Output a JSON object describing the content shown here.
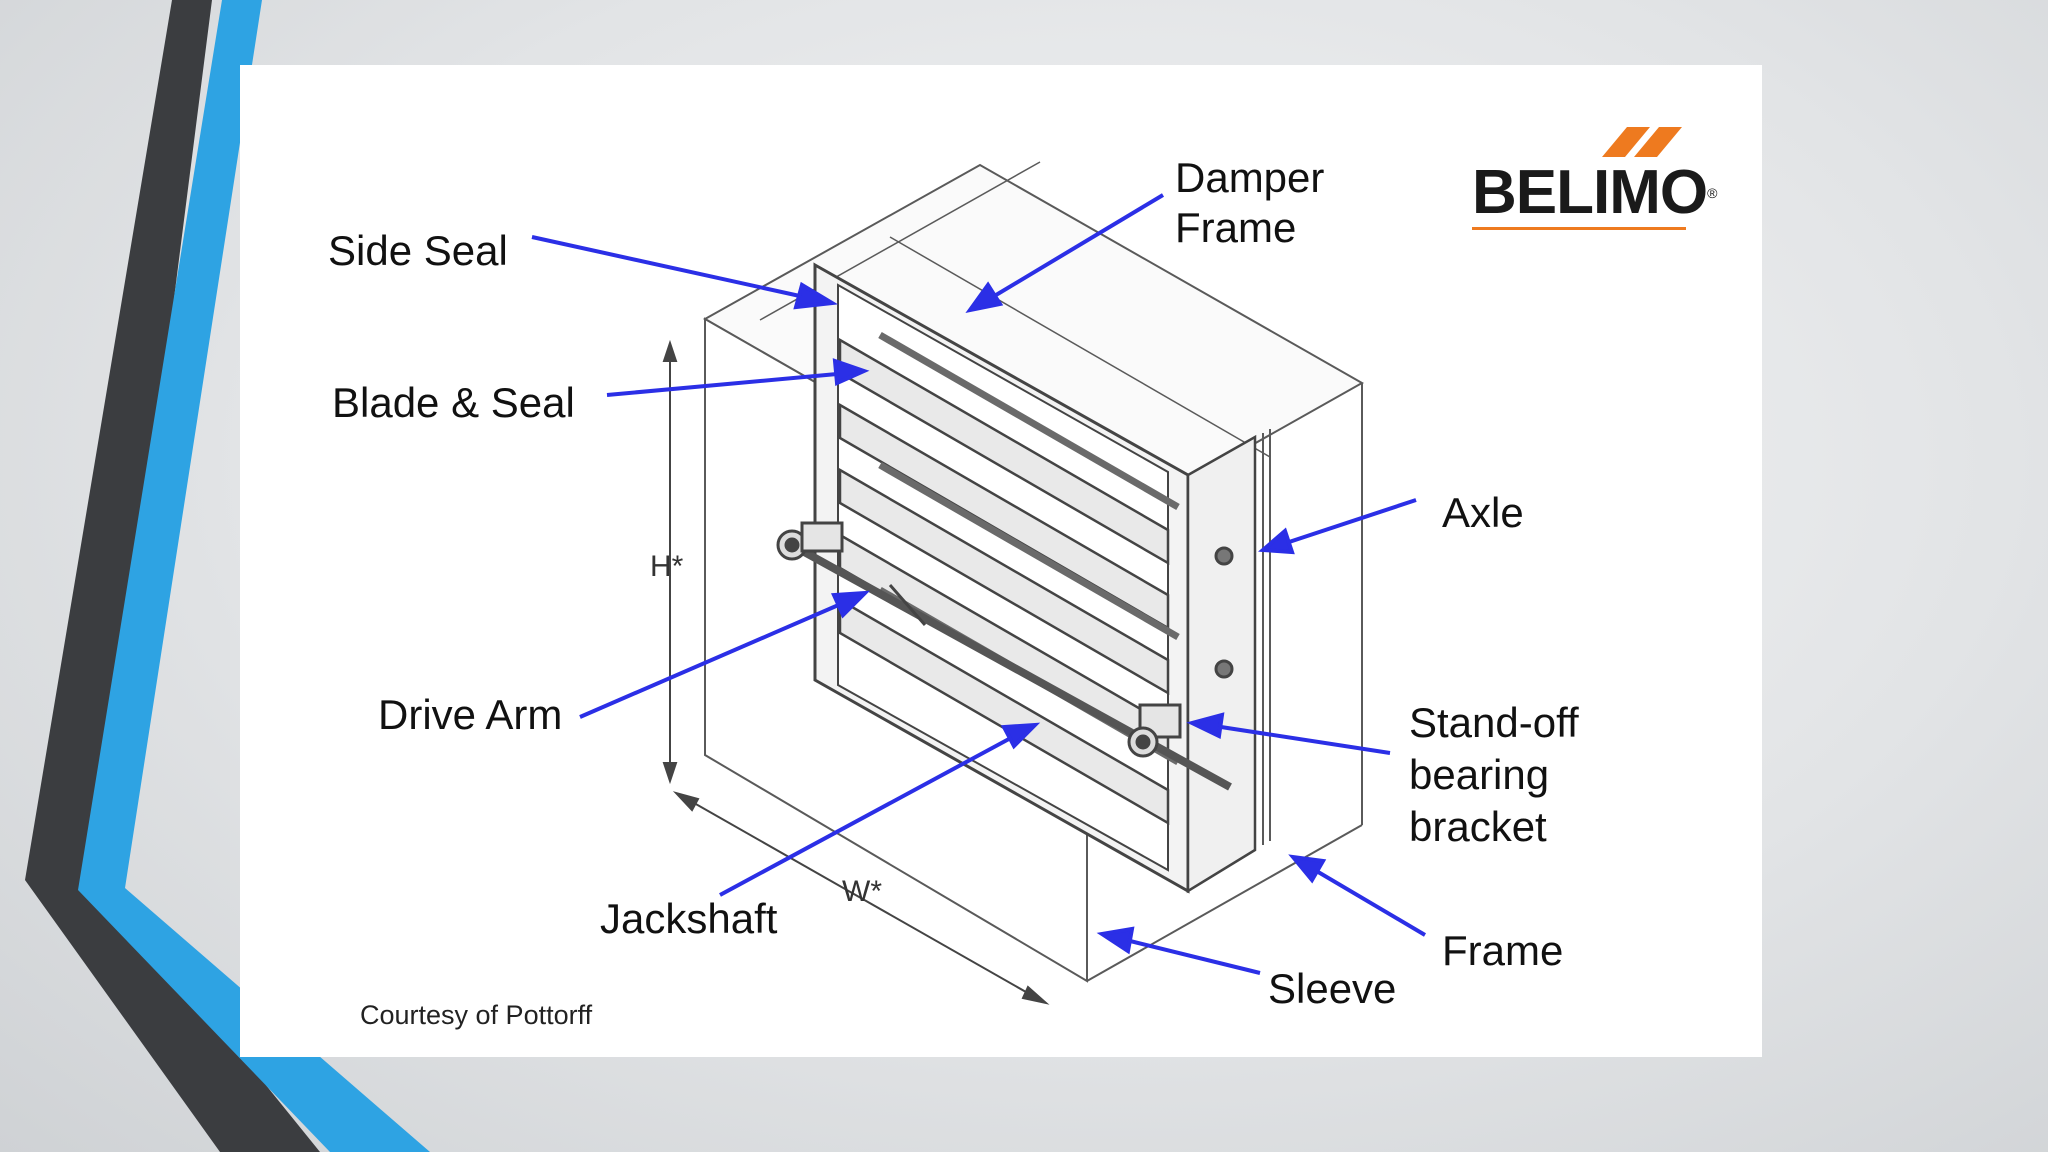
{
  "slide": {
    "colors": {
      "accent_blue": "#2ea3e3",
      "accent_dark": "#3b3d40",
      "arrow_blue": "#2b2fe6",
      "logo_orange": "#ee7a1f"
    }
  },
  "diagram": {
    "brand": {
      "text": "BELIMO",
      "registered_mark": "®"
    },
    "credit": "Courtesy of Pottorff",
    "dimensions": {
      "height": "H*",
      "width": "W*"
    },
    "labels": {
      "side_seal": "Side Seal",
      "blade_seal": "Blade & Seal",
      "drive_arm": "Drive Arm",
      "jackshaft": "Jackshaft",
      "damper_frame": [
        "Damper",
        "Frame"
      ],
      "axle": "Axle",
      "standoff": [
        "Stand-off",
        "bearing",
        "bracket"
      ],
      "frame": "Frame",
      "sleeve": "Sleeve"
    }
  }
}
